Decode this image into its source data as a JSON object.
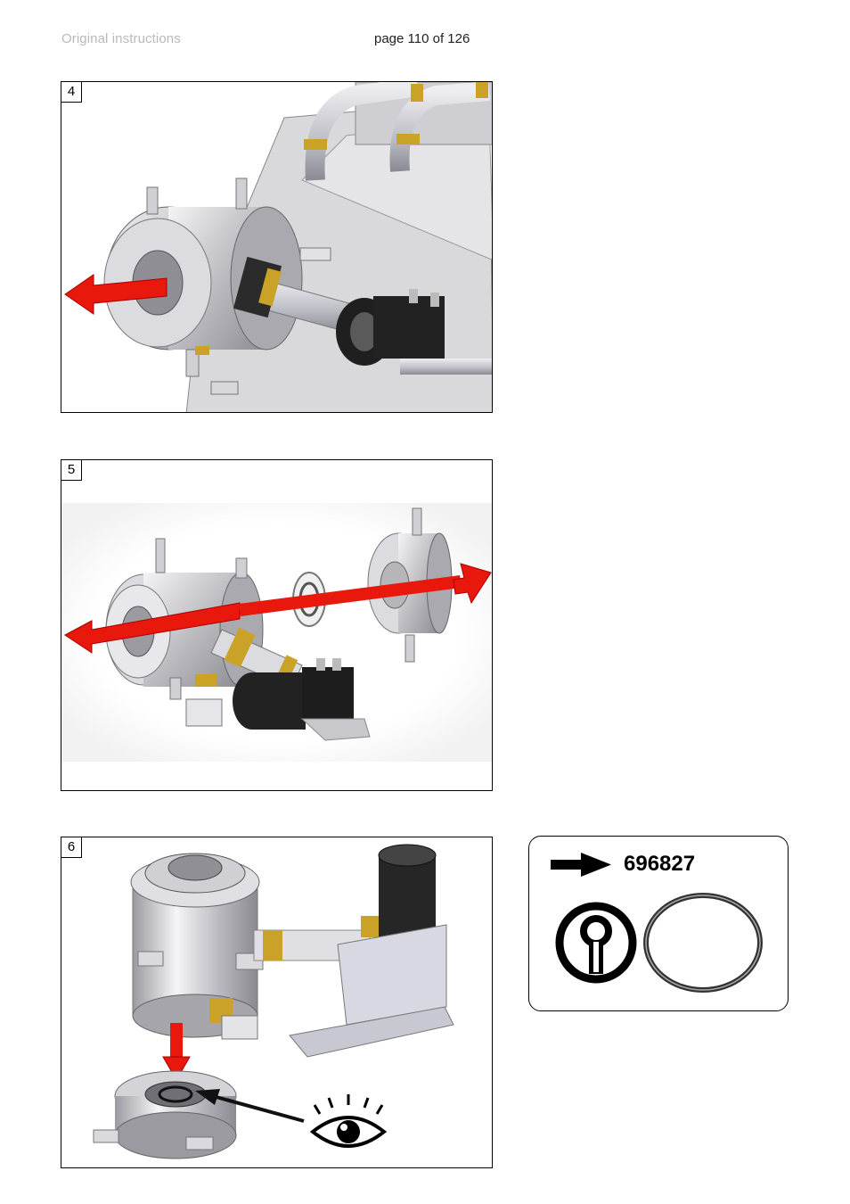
{
  "header": {
    "left": "Original instructions",
    "right": "page 110 of 126"
  },
  "steps": [
    {
      "number": "4"
    },
    {
      "number": "5"
    },
    {
      "number": "6"
    }
  ],
  "part": {
    "number": "696827",
    "arrow_icon": "arrow-right-icon",
    "seal_icon": "keyhole-seal-icon",
    "oring_icon": "o-ring-icon"
  },
  "colors": {
    "arrow": "#e8180c",
    "brass": "#c9a227",
    "steel": "#c8c8cc"
  }
}
